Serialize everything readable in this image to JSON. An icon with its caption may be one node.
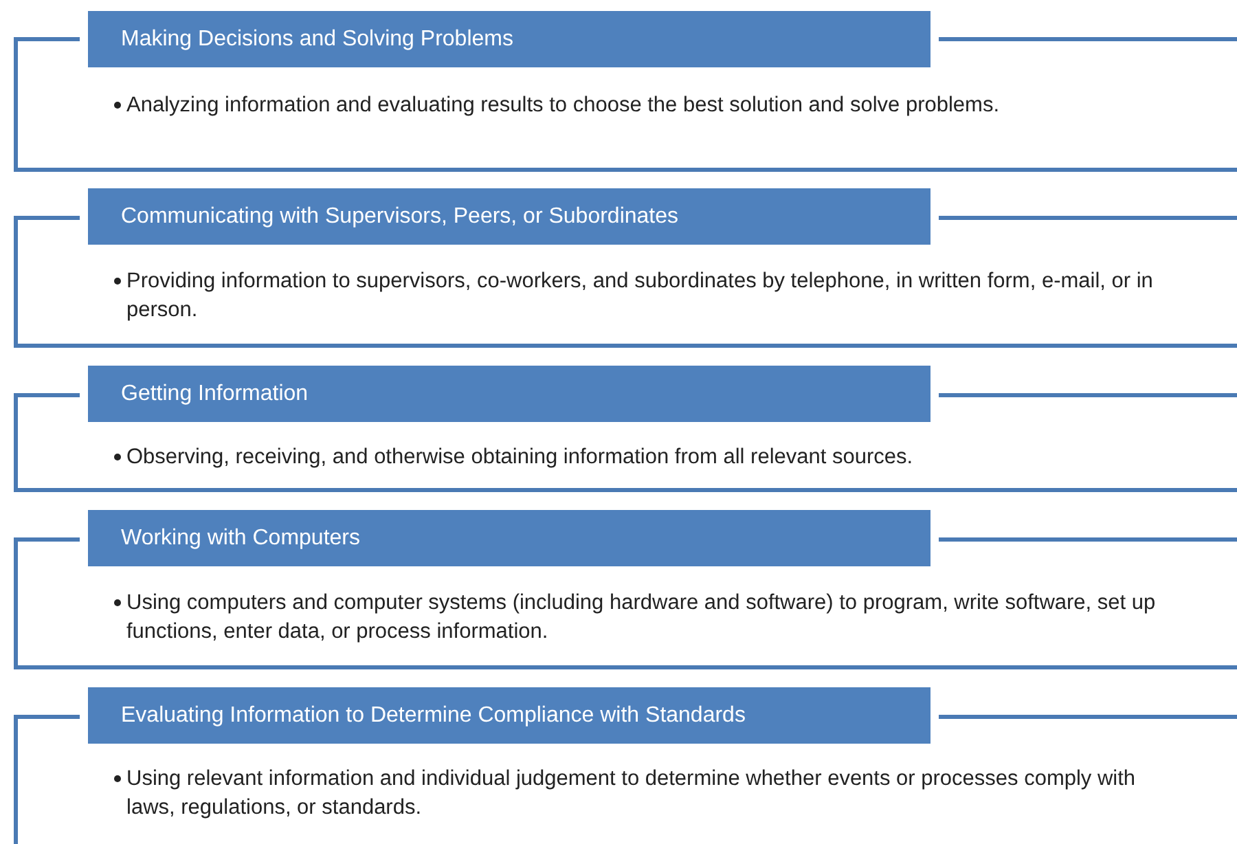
{
  "diagram": {
    "nodes": [
      {
        "text": [
          "Making Decisions and Solving Problems"
        ]
      },
      {
        "text": [
          "Analyzing information and evaluating results to choose the best solution and solve problems."
        ]
      },
      {
        "text": [
          "Communicating with Supervisors, Peers, or Subordinates"
        ]
      },
      {
        "text": [
          "Providing information to supervisors, co-workers, and subordinates by telephone, in written form, e-mail, or in person."
        ]
      },
      {
        "text": [
          "Getting Information"
        ]
      },
      {
        "text": [
          "Observing, receiving, and otherwise obtaining information from all relevant sources."
        ]
      },
      {
        "text": [
          "Working with Computers"
        ]
      },
      {
        "text": [
          "Using computers and computer systems (including hardware and software) to program, write software, set up functions, enter data, or process information."
        ]
      },
      {
        "text": [
          "Evaluating Information to Determine Compliance with Standards"
        ]
      },
      {
        "text": [
          "Using relevant information and individual judgement to determine whether events or processes comply with laws, regulations, or standards."
        ]
      }
    ]
  }
}
